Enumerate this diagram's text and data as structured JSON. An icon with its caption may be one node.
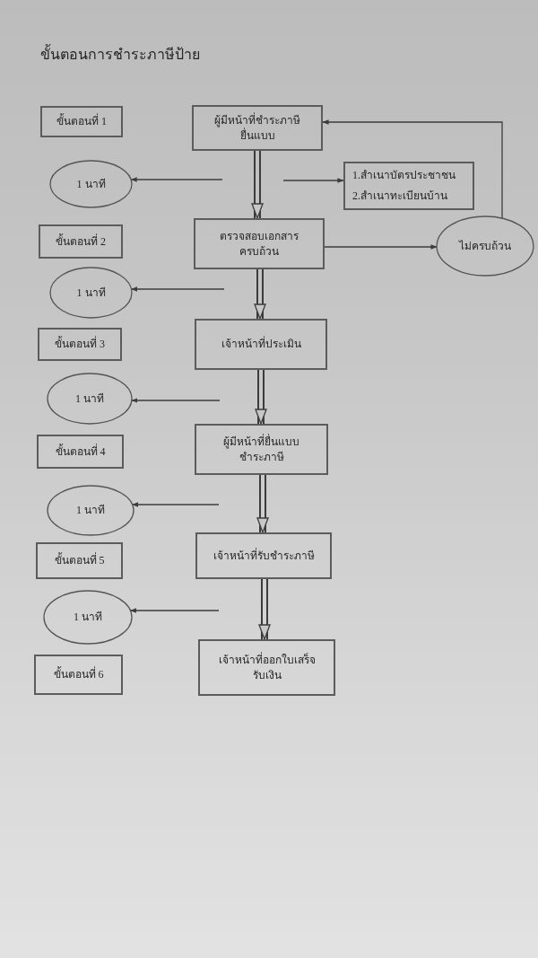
{
  "diagram": {
    "title": "ขั้นตอนการชำระภาษีป้าย",
    "nodes": [
      {
        "text": [
          "ขั้นตอนที่ 1"
        ]
      },
      {
        "text": [
          "ผู้มีหน้าที่ชำระภาษียื่นแบบ"
        ]
      },
      {
        "text": [
          "1 นาที"
        ]
      },
      {
        "text": [
          "1.สำเนาบัตรประชาชน",
          "2.สำเนาทะเบียนบ้าน"
        ]
      },
      {
        "text": [
          "ขั้นตอนที่ 2"
        ]
      },
      {
        "text": [
          "ตรวจสอบเอกสารครบถ้วน"
        ]
      },
      {
        "text": [
          "ไม่ครบถ้วน"
        ]
      },
      {
        "text": [
          "1 นาที"
        ]
      },
      {
        "text": [
          "ขั้นตอนที่ 3"
        ]
      },
      {
        "text": [
          "เจ้าหน้าที่ประเมิน"
        ]
      },
      {
        "text": [
          "1 นาที"
        ]
      },
      {
        "text": [
          "ขั้นตอนที่ 4"
        ]
      },
      {
        "text": [
          "ผู้มีหน้าที่ยื่นแบบชำระภาษี"
        ]
      },
      {
        "text": [
          "1 นาที"
        ]
      },
      {
        "text": [
          "ขั้นตอนที่ 5"
        ]
      },
      {
        "text": [
          "เจ้าหน้าที่รับชำระภาษี"
        ]
      },
      {
        "text": [
          "1 นาที"
        ]
      },
      {
        "text": [
          "ขั้นตอนที่ 6"
        ]
      },
      {
        "text": [
          "เจ้าหน้าที่ออกใบเสร็จรับเงิน"
        ]
      }
    ],
    "edges": [
      {
        "from": 1,
        "to": 5,
        "arrow": "to",
        "style": "thick"
      },
      {
        "from": 5,
        "to": 9,
        "arrow": "to",
        "style": "thick"
      },
      {
        "from": 9,
        "to": 12,
        "arrow": "to",
        "style": "thick"
      },
      {
        "from": 12,
        "to": 15,
        "arrow": "to",
        "style": "thick"
      },
      {
        "from": 15,
        "to": 18,
        "arrow": "to",
        "style": "thick"
      },
      {
        "from": null,
        "to": 2,
        "arrow": "to"
      },
      {
        "from": null,
        "to": 3,
        "arrow": "to"
      },
      {
        "from": 5,
        "to": 6,
        "arrow": "to"
      },
      {
        "from": 6,
        "to": 1,
        "arrow": "to"
      },
      {
        "from": null,
        "to": 7,
        "arrow": "to"
      },
      {
        "from": null,
        "to": 10,
        "arrow": "to"
      },
      {
        "from": null,
        "to": 13,
        "arrow": "to"
      },
      {
        "from": null,
        "to": 16,
        "arrow": "to"
      }
    ]
  }
}
